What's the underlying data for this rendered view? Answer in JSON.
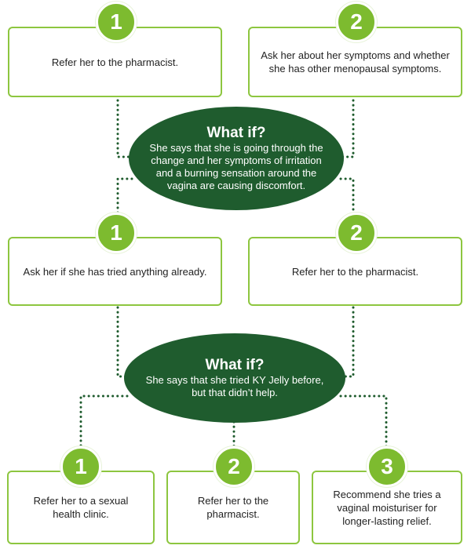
{
  "level1": {
    "option1": {
      "number": "1",
      "text": "Refer her to the pharmacist."
    },
    "option2": {
      "number": "2",
      "text": "Ask her about her symptoms and whether she has other menopausal symptoms."
    }
  },
  "whatif1": {
    "title": "What if?",
    "text": "She says that she is going through the change and her symptoms of irritation and a burning sensation around the vagina are causing discomfort."
  },
  "level2": {
    "option1": {
      "number": "1",
      "text": "Ask her if she has tried anything already."
    },
    "option2": {
      "number": "2",
      "text": "Refer her to the pharmacist."
    }
  },
  "whatif2": {
    "title": "What if?",
    "text": "She says that she tried KY Jelly before, but that didn’t help."
  },
  "level3": {
    "option1": {
      "number": "1",
      "text": "Refer her to a sexual health clinic."
    },
    "option2": {
      "number": "2",
      "text": "Refer her to the pharmacist."
    },
    "option3": {
      "number": "3",
      "text": "Recommend she tries a vaginal moisturiser for longer-lasting relief."
    }
  },
  "colors": {
    "dark_green": "#1f5c2e",
    "light_green": "#8dc63f",
    "badge_green": "#7dbb2f"
  }
}
